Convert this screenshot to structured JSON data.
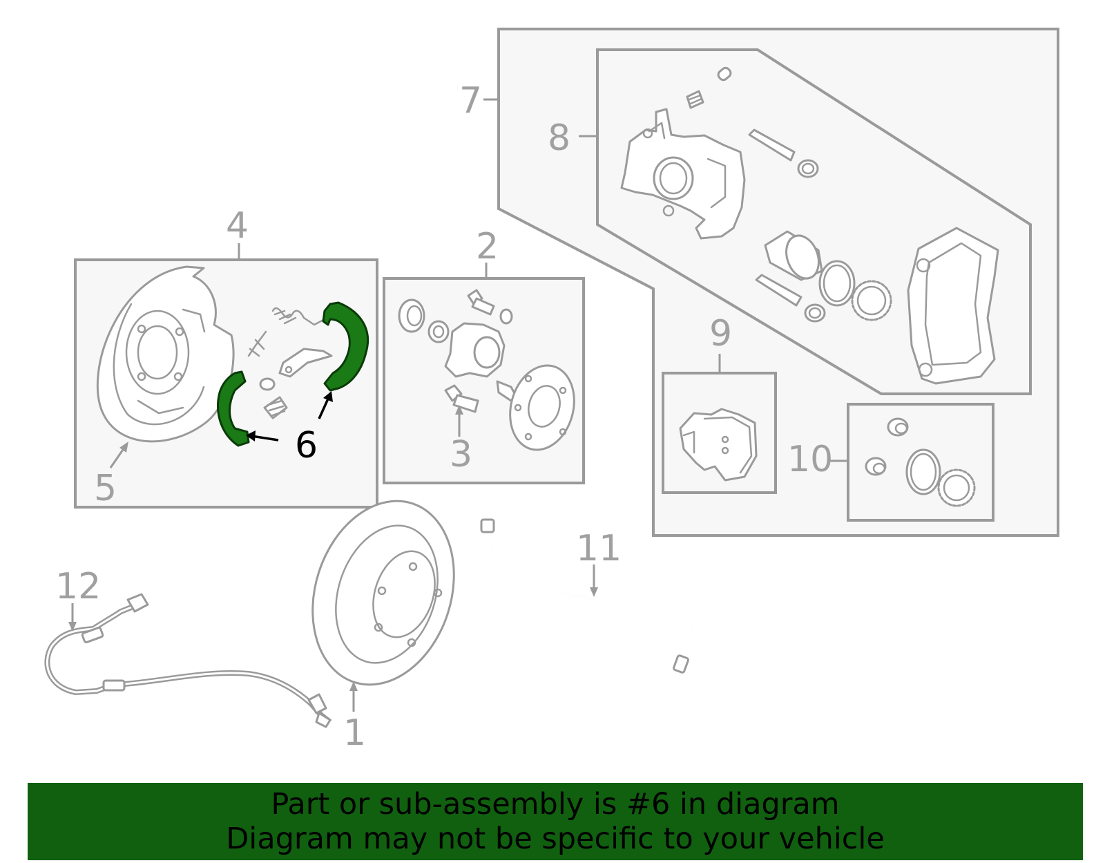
{
  "labels": {
    "l1": "1",
    "l2": "2",
    "l3": "3",
    "l4": "4",
    "l5": "5",
    "l6": "6",
    "l7": "7",
    "l8": "8",
    "l9": "9",
    "l10": "10",
    "l11": "11",
    "l12": "12"
  },
  "highlight": {
    "part_number": "6",
    "color": "#1a7a16"
  },
  "banner": {
    "line1": "Part or sub-assembly is #6 in diagram",
    "line2": "Diagram may not be specific to your vehicle",
    "background": "#116010"
  }
}
